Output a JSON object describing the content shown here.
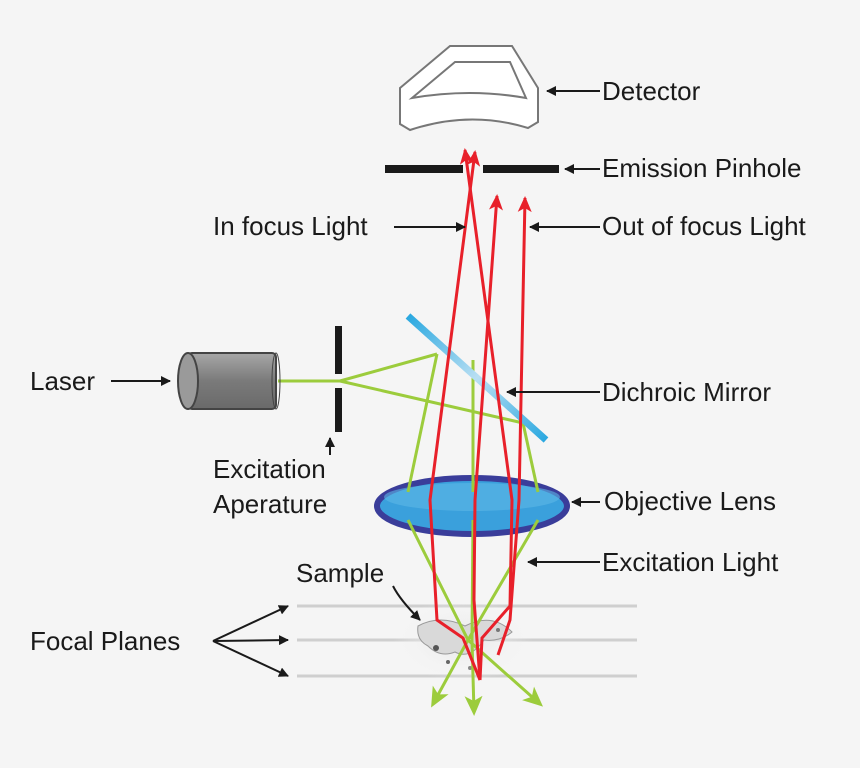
{
  "labels": {
    "detector": "Detector",
    "emission_pinhole": "Emission Pinhole",
    "in_focus_light": "In focus Light",
    "out_of_focus_light": "Out of focus Light",
    "laser": "Laser",
    "dichroic_mirror": "Dichroic Mirror",
    "excitation_aperture_line1": "Excitation",
    "excitation_aperture_line2": "Aperature",
    "objective_lens": "Objective Lens",
    "excitation_light": "Excitation Light",
    "sample": "Sample",
    "focal_planes": "Focal Planes"
  },
  "colors": {
    "background": "#f5f5f5",
    "emission_light": "#e8202a",
    "excitation_light": "#9ccc3c",
    "mirror": "#2aa8e0",
    "lens_fill": "#3aa0dc",
    "lens_rim": "#3a3d9a",
    "pinhole": "#1a1a1a",
    "focal_plane": "#cfcfcf",
    "laser_body": "#8a8a8a"
  }
}
